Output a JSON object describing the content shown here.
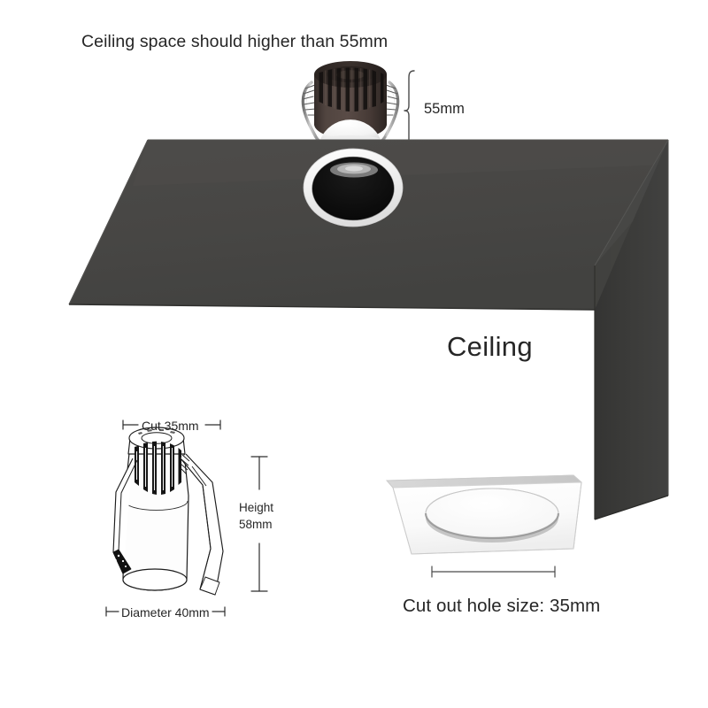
{
  "document": {
    "title": "Recessed Downlight Installation Diagram",
    "background_color": "#ffffff"
  },
  "annotations": {
    "ceiling_space_note": "Ceiling space should higher than 55mm",
    "depth_dimension": "55mm",
    "ceiling_label": "Ceiling",
    "cutout_caption": "Cut out hole size: 35mm"
  },
  "fixture_dimensions": {
    "cut_label": "Cut 35mm",
    "diameter_label": "Diameter 40mm",
    "height_label_line1": "Height",
    "height_label_line2": "58mm"
  },
  "colors": {
    "ceiling_slab": "#474644",
    "ceiling_slab_edge": "#3d3c3a",
    "ceiling_drop_front": "#3a3a38",
    "ceiling_drop_side": "#434341",
    "hole_interior": "#111111",
    "trim_ring": "#f2f2f2",
    "heatsink_body": "#4a403c",
    "heatsink_fin": "#1f1b19",
    "diffuser": "#f4f4f4",
    "spring_metal": "#8b8b8b",
    "panel_face": "#fbfbfb",
    "panel_recess_rim": "#9a9a9a",
    "dimension_line": "#3a3a3a",
    "text": "#262626"
  }
}
